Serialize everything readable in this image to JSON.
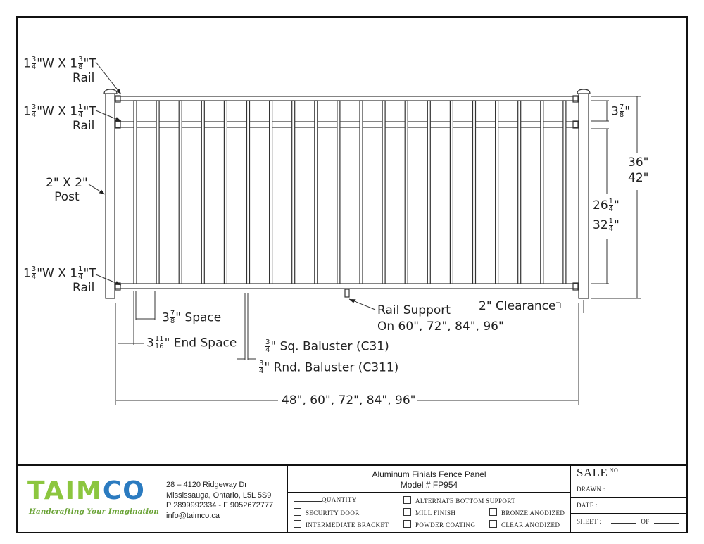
{
  "drawing": {
    "top_rail": {
      "w_whole": "1",
      "w_num": "3",
      "w_den": "4",
      "t_whole": "1",
      "t_num": "3",
      "t_den": "8",
      "suffix": "\"T",
      "name": "Rail"
    },
    "mid_rail": {
      "w_whole": "1",
      "w_num": "3",
      "w_den": "4",
      "t_whole": "1",
      "t_num": "1",
      "t_den": "4",
      "suffix": "\"T",
      "name": "Rail"
    },
    "bottom_rail": {
      "w_whole": "1",
      "w_num": "3",
      "w_den": "4",
      "t_whole": "1",
      "t_num": "1",
      "t_den": "4",
      "suffix": "\"T",
      "name": "Rail"
    },
    "post": {
      "line1": "2\" X 2\"",
      "line2": "Post"
    },
    "top_gap": {
      "whole": "3",
      "num": "7",
      "den": "8",
      "suffix": "\""
    },
    "height_total": {
      "line1": "36\"",
      "line2": "42\""
    },
    "picket_height": {
      "a_whole": "26",
      "a_num": "1",
      "a_den": "4",
      "b_whole": "32",
      "b_num": "1",
      "b_den": "4",
      "suffix": "\""
    },
    "space": {
      "whole": "3",
      "num": "7",
      "den": "8",
      "suffix": "\" Space"
    },
    "end_space": {
      "whole": "3",
      "num": "11",
      "den": "16",
      "suffix": "\" End Space"
    },
    "sq_baluster": {
      "num": "3",
      "den": "4",
      "suffix": "\" Sq. Baluster (C31)"
    },
    "rnd_baluster": {
      "num": "3",
      "den": "4",
      "suffix": "\" Rnd. Baluster (C311)"
    },
    "rail_support": {
      "line1": "Rail Support",
      "line2": "On 60\", 72\", 84\", 96\""
    },
    "clearance": "2\" Clearance",
    "widths": "48\", 60\", 72\", 84\", 96\""
  },
  "title_block": {
    "logo": {
      "brand": "TAIMCO",
      "tagline": "Handcrafting Your Imagination",
      "green": "#8cc63f",
      "blue": "#2b7bc0"
    },
    "address": [
      "28 – 4120 Ridgeway Dr",
      "Mississauga, Ontario, L5L 5S9",
      "P 2899992334 - F 9052672777",
      "info@taimco.ca"
    ],
    "title": "Aluminum Finials Fence Panel",
    "model": "Model # FP954",
    "quantity": "QUANTITY",
    "options": [
      "SECURITY DOOR",
      "INTERMEDIATE BRACKET",
      "ALTERNATE BOTTOM SUPPORT",
      "MILL FINISH",
      "POWDER COATING",
      "BRONZE ANODIZED",
      "CLEAR ANODIZED"
    ],
    "sale": "SALE",
    "sale_no": "NO.",
    "drawn": "DRAWN :",
    "date": "DATE :",
    "sheet": "SHEET :",
    "of": "OF"
  }
}
